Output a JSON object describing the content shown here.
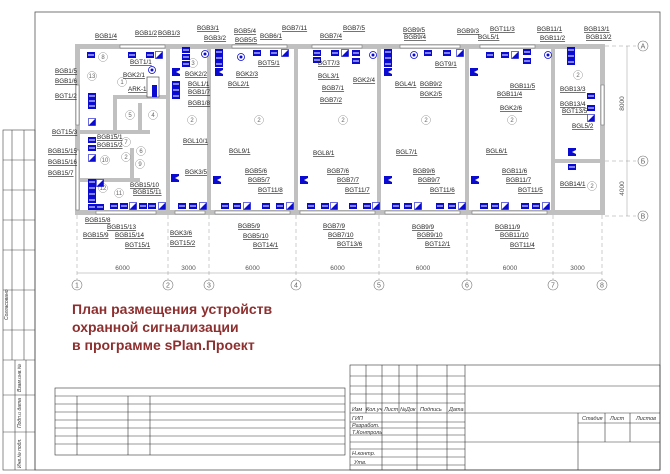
{
  "title_lines": [
    "План размещения устройств",
    "охранной сигнализации",
    "в программе sPlan.Проект"
  ],
  "colors": {
    "device": "#0a0ad0",
    "wall": "#c0c0c0",
    "title": "#8e2f2f"
  },
  "device_labels": [
    "BGB1/4",
    "BGB1/2",
    "BGB1/3",
    "BGB3/1",
    "BGB3/2",
    "BGB5/4",
    "BGB5/5",
    "BGB6/1",
    "BGB7/11",
    "BGT1/1",
    "BGK2/1",
    "BGK2/2",
    "BGK2/3",
    "BGB1/5",
    "BGB1/6",
    "BGT1/2",
    "ARK-1",
    "BGL1/1",
    "BGB1/7",
    "BGB1/8",
    "BGL2/1",
    "BGT5/1",
    "BGL3/1",
    "BGB7/1",
    "BGB7/2",
    "BGB7/4",
    "BGT7/3",
    "BGB7/5",
    "BGB9/5",
    "BGB9/4",
    "BGB9/3",
    "BGT11/3",
    "BGL5/1",
    "BGB11/1",
    "BGB11/2",
    "BGB13/1",
    "BGB13/2",
    "BGK2/4",
    "BGT9/1",
    "BGL4/1",
    "BGB9/2",
    "BGK2/5",
    "BGB11/5",
    "BGB11/4",
    "BGK2/6",
    "BGB13/3",
    "BGB13/4",
    "BGT13/5",
    "BGL5/2",
    "BGT15/3",
    "BGB15/1",
    "BGB15/2",
    "BGB15/15",
    "BGB15/16",
    "BGB15/7",
    "BGL10/1",
    "BGK3/5",
    "BGL9/1",
    "BGB5/6",
    "BGB5/7",
    "BGT11/8",
    "BGL8/1",
    "BGB15/10",
    "BGB15/11",
    "BGB15/8",
    "BGB15/13",
    "BGB15/9",
    "BGB15/14",
    "BGT15/1",
    "BGK3/6",
    "BGT15/2",
    "BGB5/9",
    "BGB5/10",
    "BGT14/1",
    "BGL7/1",
    "BGB9/6",
    "BGB9/7",
    "BGT11/6",
    "BGB7/6",
    "BGB7/7",
    "BGT11/7",
    "BGB7/9",
    "BGB7/10",
    "BGT13/6",
    "BGB9/9",
    "BGB9/10",
    "BGT12/1",
    "BGL6/1",
    "BGB11/6",
    "BGB11/7",
    "BGT11/5",
    "BGB11/9",
    "BGB11/10",
    "BGT11/4",
    "BGB14/1"
  ],
  "room_numbers": [
    "8",
    "13",
    "1",
    "5",
    "4",
    "2",
    "2",
    "2",
    "2",
    "2",
    "2",
    "2",
    "9",
    "6",
    "7",
    "10",
    "11",
    "12",
    "2",
    "3"
  ],
  "dimensions": {
    "horizontal": [
      "6000",
      "3000",
      "6000",
      "6000",
      "6000",
      "6000",
      "3000"
    ],
    "vertical": [
      "8000",
      "4000"
    ]
  },
  "axes": {
    "columns": [
      "1",
      "2",
      "3",
      "4",
      "5",
      "6",
      "7",
      "8"
    ],
    "rows": [
      "А",
      "Б",
      "В"
    ]
  },
  "side_stamp": [
    "Согласовано",
    "Взам.инв.№",
    "Подп.и дата",
    "Инв.№ подл."
  ],
  "title_block": {
    "header": [
      "Изм",
      "Кол.уч",
      "Лист",
      "№Док",
      "Подпись",
      "Дата"
    ],
    "rows": [
      "ГИП",
      "Разработ.",
      "Т.Контроль",
      "",
      "Н.контр.",
      "Утв."
    ],
    "stage_headers": [
      "Стадия",
      "Лист",
      "Листов"
    ]
  }
}
